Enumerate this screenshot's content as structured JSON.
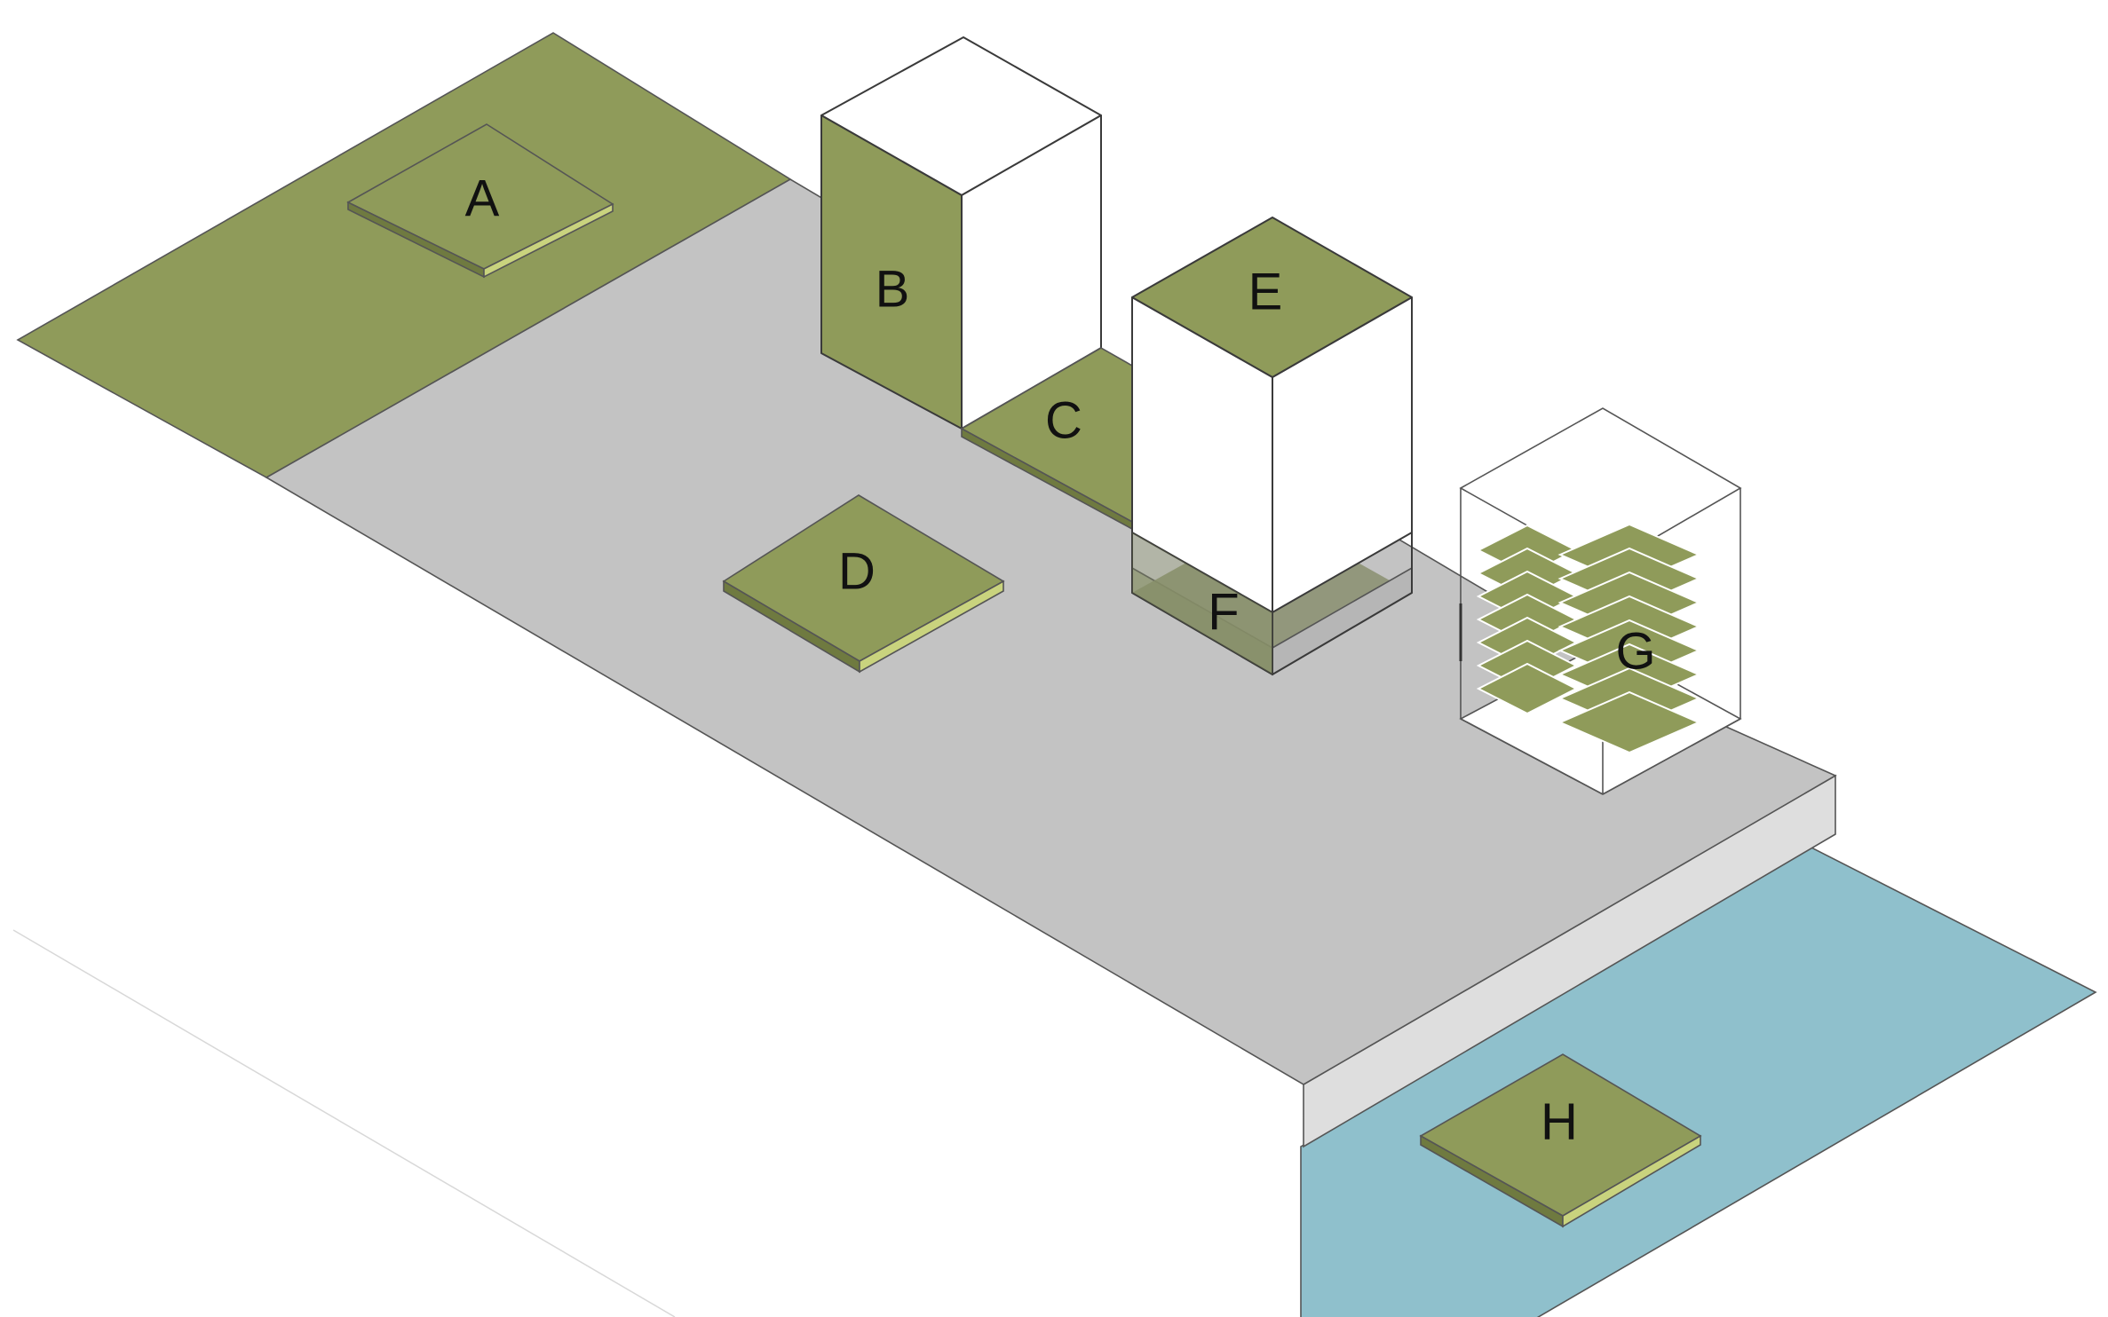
{
  "diagram": {
    "labels": {
      "a": "A",
      "b": "B",
      "c": "C",
      "d": "D",
      "e": "E",
      "f": "F",
      "g": "G",
      "h": "H"
    },
    "colors": {
      "green": "#8f9b5a",
      "green_dark": "#7e8a4d",
      "green_edge": "#c9d37e",
      "plaza": "#c3c3c3",
      "curb": "#dedede",
      "water": "#8fc0cc",
      "white": "#ffffff"
    }
  }
}
